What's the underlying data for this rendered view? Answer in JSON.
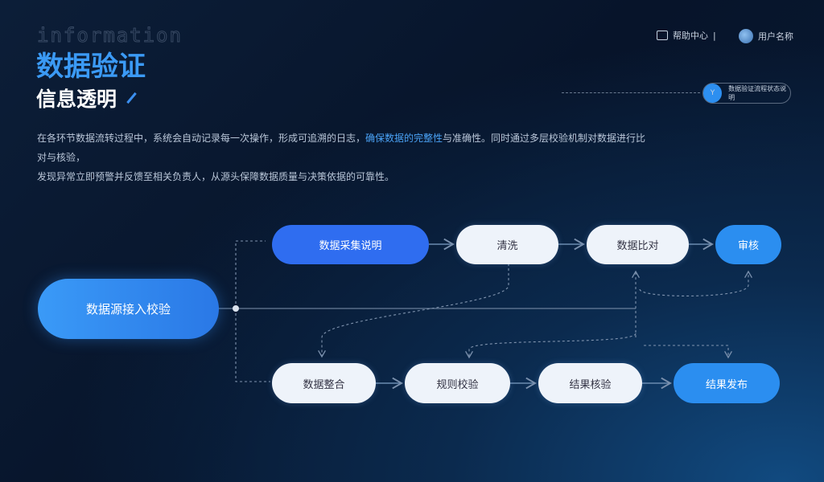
{
  "header": {
    "watermark": "information",
    "title": "数据验证",
    "subtitle": "信息透明",
    "description_part1": "在各环节数据流转过程中，系统会自动记录每一次操作，形成可追溯的日志，",
    "description_highlight": "确保数据的完整性",
    "description_part2": "与准确性。同时通过多层校验机制对数据进行比对与核验，",
    "description_line2": "发现异常立即预警并反馈至相关负责人，从源头保障数据质量与决策依据的可靠性。"
  },
  "top_right": {
    "help_icon": "chat-box-icon",
    "help_label": "帮助中心",
    "separator": "|",
    "user_label": "用户名称",
    "avatar_icon": "avatar"
  },
  "status_pill": {
    "icon_label": "Y",
    "label": "数据验证流程状态说明"
  },
  "colors": {
    "accent": "#2b8ef0",
    "primary_blue": "#2f6df0",
    "node_light": "#eef3fa"
  },
  "flow": {
    "start": "数据源接入校验",
    "top": [
      "数据采集说明",
      "清洗",
      "数据比对",
      "审核"
    ],
    "bottom": [
      "数据整合",
      "规则校验",
      "结果核验",
      "结果发布"
    ]
  }
}
